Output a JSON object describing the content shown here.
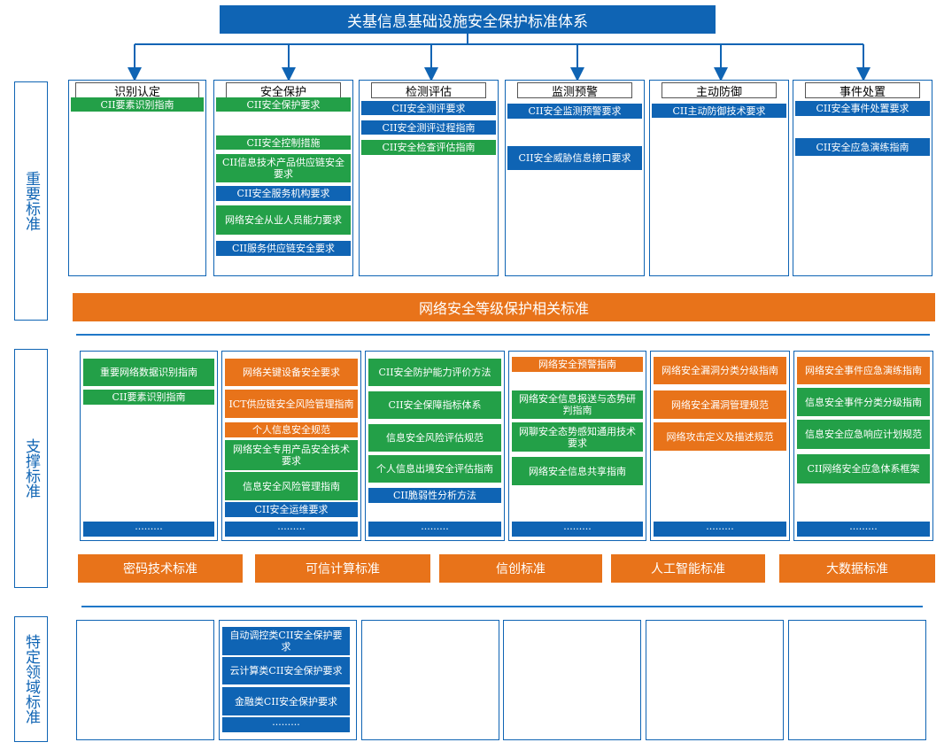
{
  "title": "关基信息基础设施安全保护标准体系",
  "rows": {
    "important": "重要标准",
    "support": "支撑标准",
    "domain": "特定领域标准"
  },
  "categories": [
    "识别认定",
    "安全保护",
    "检测评估",
    "监测预警",
    "主动防御",
    "事件处置"
  ],
  "important_items": [
    [
      {
        "text": "CII要素识别指南",
        "color": "green"
      }
    ],
    [
      {
        "text": "CII安全保护要求",
        "color": "green"
      },
      {
        "text": "CII安全控制措施",
        "color": "green"
      },
      {
        "text": "CII信息技术产品供应链安全要求",
        "color": "green"
      },
      {
        "text": "CII安全服务机构要求",
        "color": "blue"
      },
      {
        "text": "网络安全从业人员能力要求",
        "color": "green"
      },
      {
        "text": "CII服务供应链安全要求",
        "color": "blue"
      }
    ],
    [
      {
        "text": "CII安全测评要求",
        "color": "blue"
      },
      {
        "text": "CII安全测评过程指南",
        "color": "blue"
      },
      {
        "text": "CII安全检查评估指南",
        "color": "green"
      }
    ],
    [
      {
        "text": "CII安全监测预警要求",
        "color": "blue"
      },
      {
        "text": "CII安全威胁信息接口要求",
        "color": "blue"
      }
    ],
    [
      {
        "text": "CII主动防御技术要求",
        "color": "blue"
      }
    ],
    [
      {
        "text": "CII安全事件处置要求",
        "color": "blue"
      },
      {
        "text": "CII安全应急演练指南",
        "color": "blue"
      }
    ]
  ],
  "grade_band": "网络安全等级保护相关标准",
  "support_items": [
    [
      {
        "text": "重要网络数据识别指南",
        "color": "green"
      },
      {
        "text": "CII要素识别指南",
        "color": "green"
      }
    ],
    [
      {
        "text": "网络关键设备安全要求",
        "color": "orange"
      },
      {
        "text": "ICT供应链安全风险管理指南",
        "color": "orange"
      },
      {
        "text": "个人信息安全规范",
        "color": "orange"
      },
      {
        "text": "网络安全专用产品安全技术要求",
        "color": "green"
      },
      {
        "text": "信息安全风险管理指南",
        "color": "green"
      },
      {
        "text": "CII安全运维要求",
        "color": "blue"
      }
    ],
    [
      {
        "text": "CII安全防护能力评价方法",
        "color": "green"
      },
      {
        "text": "CII安全保障指标体系",
        "color": "green"
      },
      {
        "text": "信息安全风险评估规范",
        "color": "green"
      },
      {
        "text": "个人信息出境安全评估指南",
        "color": "green"
      },
      {
        "text": "CII脆弱性分析方法",
        "color": "blue"
      }
    ],
    [
      {
        "text": "网络安全预警指南",
        "color": "orange"
      },
      {
        "text": "网络安全信息报送与态势研判指南",
        "color": "green"
      },
      {
        "text": "网聊安全态势感知通用技术要求",
        "color": "green"
      },
      {
        "text": "网络安全信息共享指南",
        "color": "green"
      }
    ],
    [
      {
        "text": "网络安全漏洞分类分级指南",
        "color": "orange"
      },
      {
        "text": "网络安全漏洞管理规范",
        "color": "orange"
      },
      {
        "text": "网络攻击定义及描述规范",
        "color": "orange"
      }
    ],
    [
      {
        "text": "网络安全事件应急演练指南",
        "color": "orange"
      },
      {
        "text": "信息安全事件分类分级指南",
        "color": "green"
      },
      {
        "text": "信息安全应急响应计划规范",
        "color": "green"
      },
      {
        "text": "CII网络安全应急体系框架",
        "color": "green"
      }
    ]
  ],
  "ellipsis": "·········",
  "bottom_bands": [
    "密码技术标准",
    "可信计算标准",
    "信创标准",
    "人工智能标准",
    "大数据标准"
  ],
  "domain_items": [
    {
      "text": "自动调控类CII安全保护要求",
      "color": "blue"
    },
    {
      "text": "云计算类CII安全保护要求",
      "color": "blue"
    },
    {
      "text": "金融类CII安全保护要求",
      "color": "blue"
    },
    {
      "text": "·········",
      "color": "blue"
    }
  ],
  "colors": {
    "blue": "#0f64b4",
    "green": "#23a048",
    "orange": "#e8731a"
  }
}
